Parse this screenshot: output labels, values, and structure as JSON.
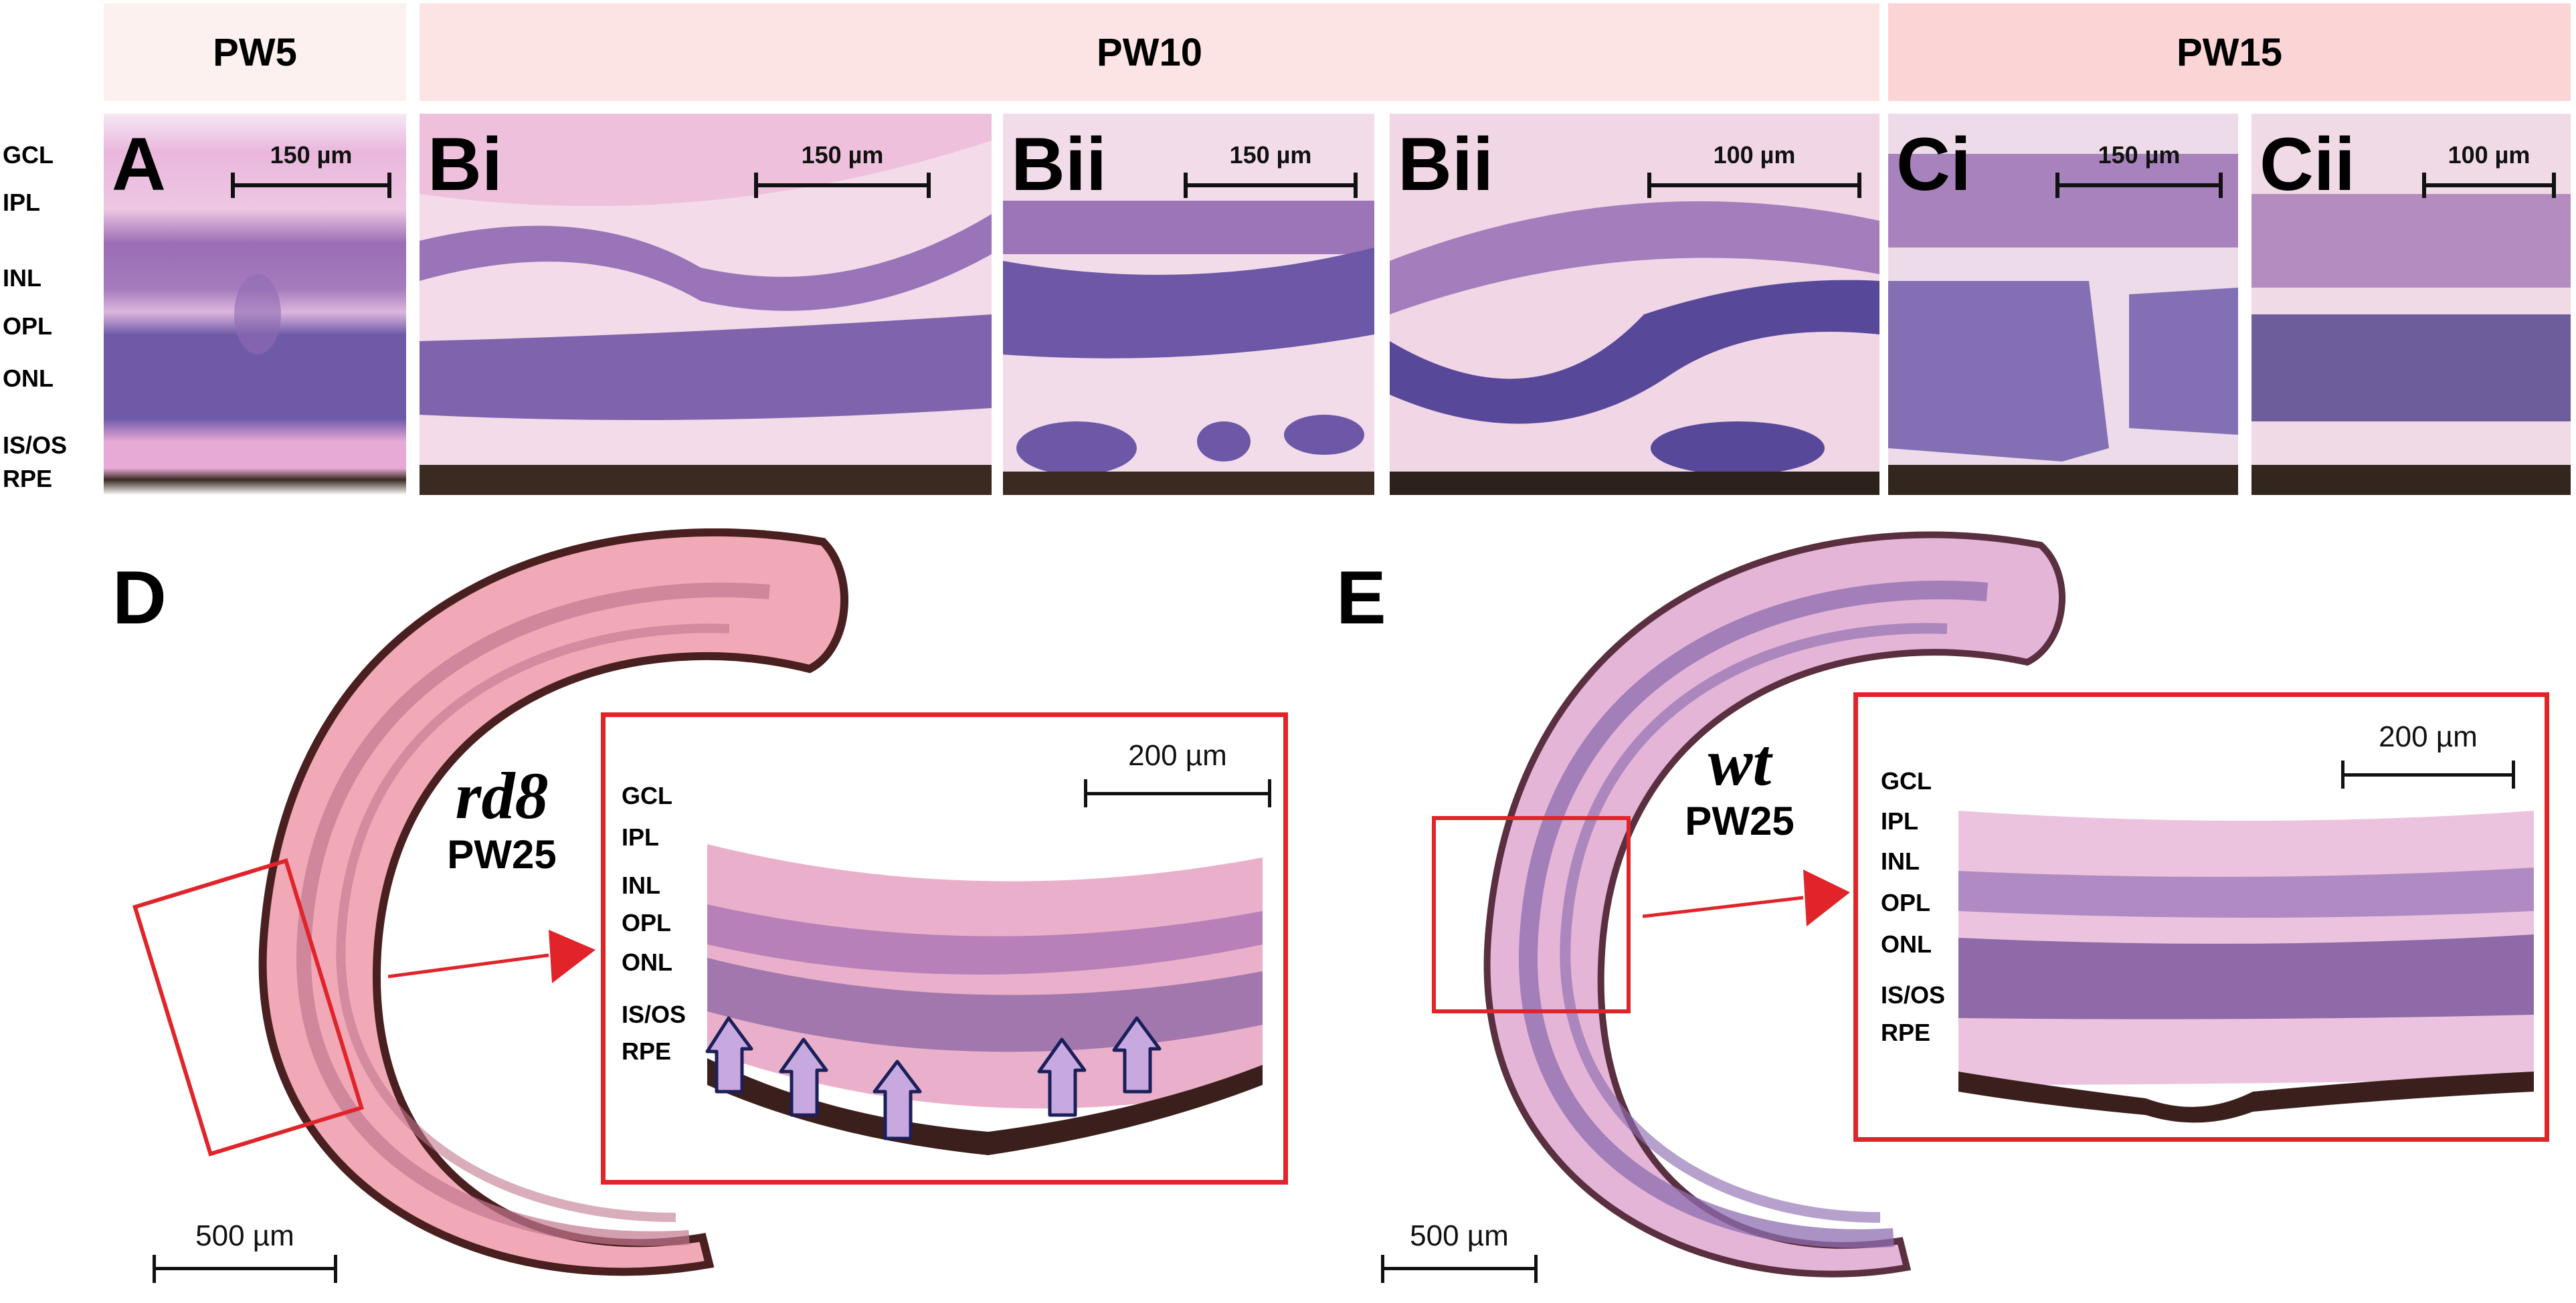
{
  "header": {
    "pw5": "PW5",
    "pw10": "PW10",
    "pw15": "PW15"
  },
  "layer_labels": [
    "GCL",
    "IPL",
    "INL",
    "OPL",
    "ONL",
    "IS/OS",
    "RPE"
  ],
  "panels": [
    {
      "letter": "A",
      "scale": "150 µm"
    },
    {
      "letter": "Bi",
      "scale": "150 µm"
    },
    {
      "letter": "Bii",
      "scale": "150 µm"
    },
    {
      "letter": "Bii",
      "scale": "100 µm"
    },
    {
      "letter": "Ci",
      "scale": "150 µm"
    },
    {
      "letter": "Cii",
      "scale": "100 µm"
    }
  ],
  "panel_d": {
    "letter": "D",
    "genotype": "rd8",
    "age": "PW25",
    "inset_scale": "200 µm",
    "overview_scale": "500 µm",
    "inset_labels": [
      "GCL",
      "IPL",
      "INL",
      "OPL",
      "ONL",
      "IS/OS",
      "RPE"
    ]
  },
  "panel_e": {
    "letter": "E",
    "genotype": "wt",
    "age": "PW25",
    "inset_scale": "200 µm",
    "overview_scale": "500 µm",
    "inset_labels": [
      "GCL",
      "IPL",
      "INL",
      "OPL",
      "ONL",
      "IS/OS",
      "RPE"
    ]
  },
  "colors": {
    "header_pw5": "#fdf1f0",
    "header_pw10": "#fde4e4",
    "header_pw15": "#fbd4d6",
    "inset_border": "#e0242a",
    "arrow_fill": "#c7a9df",
    "arrow_stroke": "#1b1f5a"
  }
}
